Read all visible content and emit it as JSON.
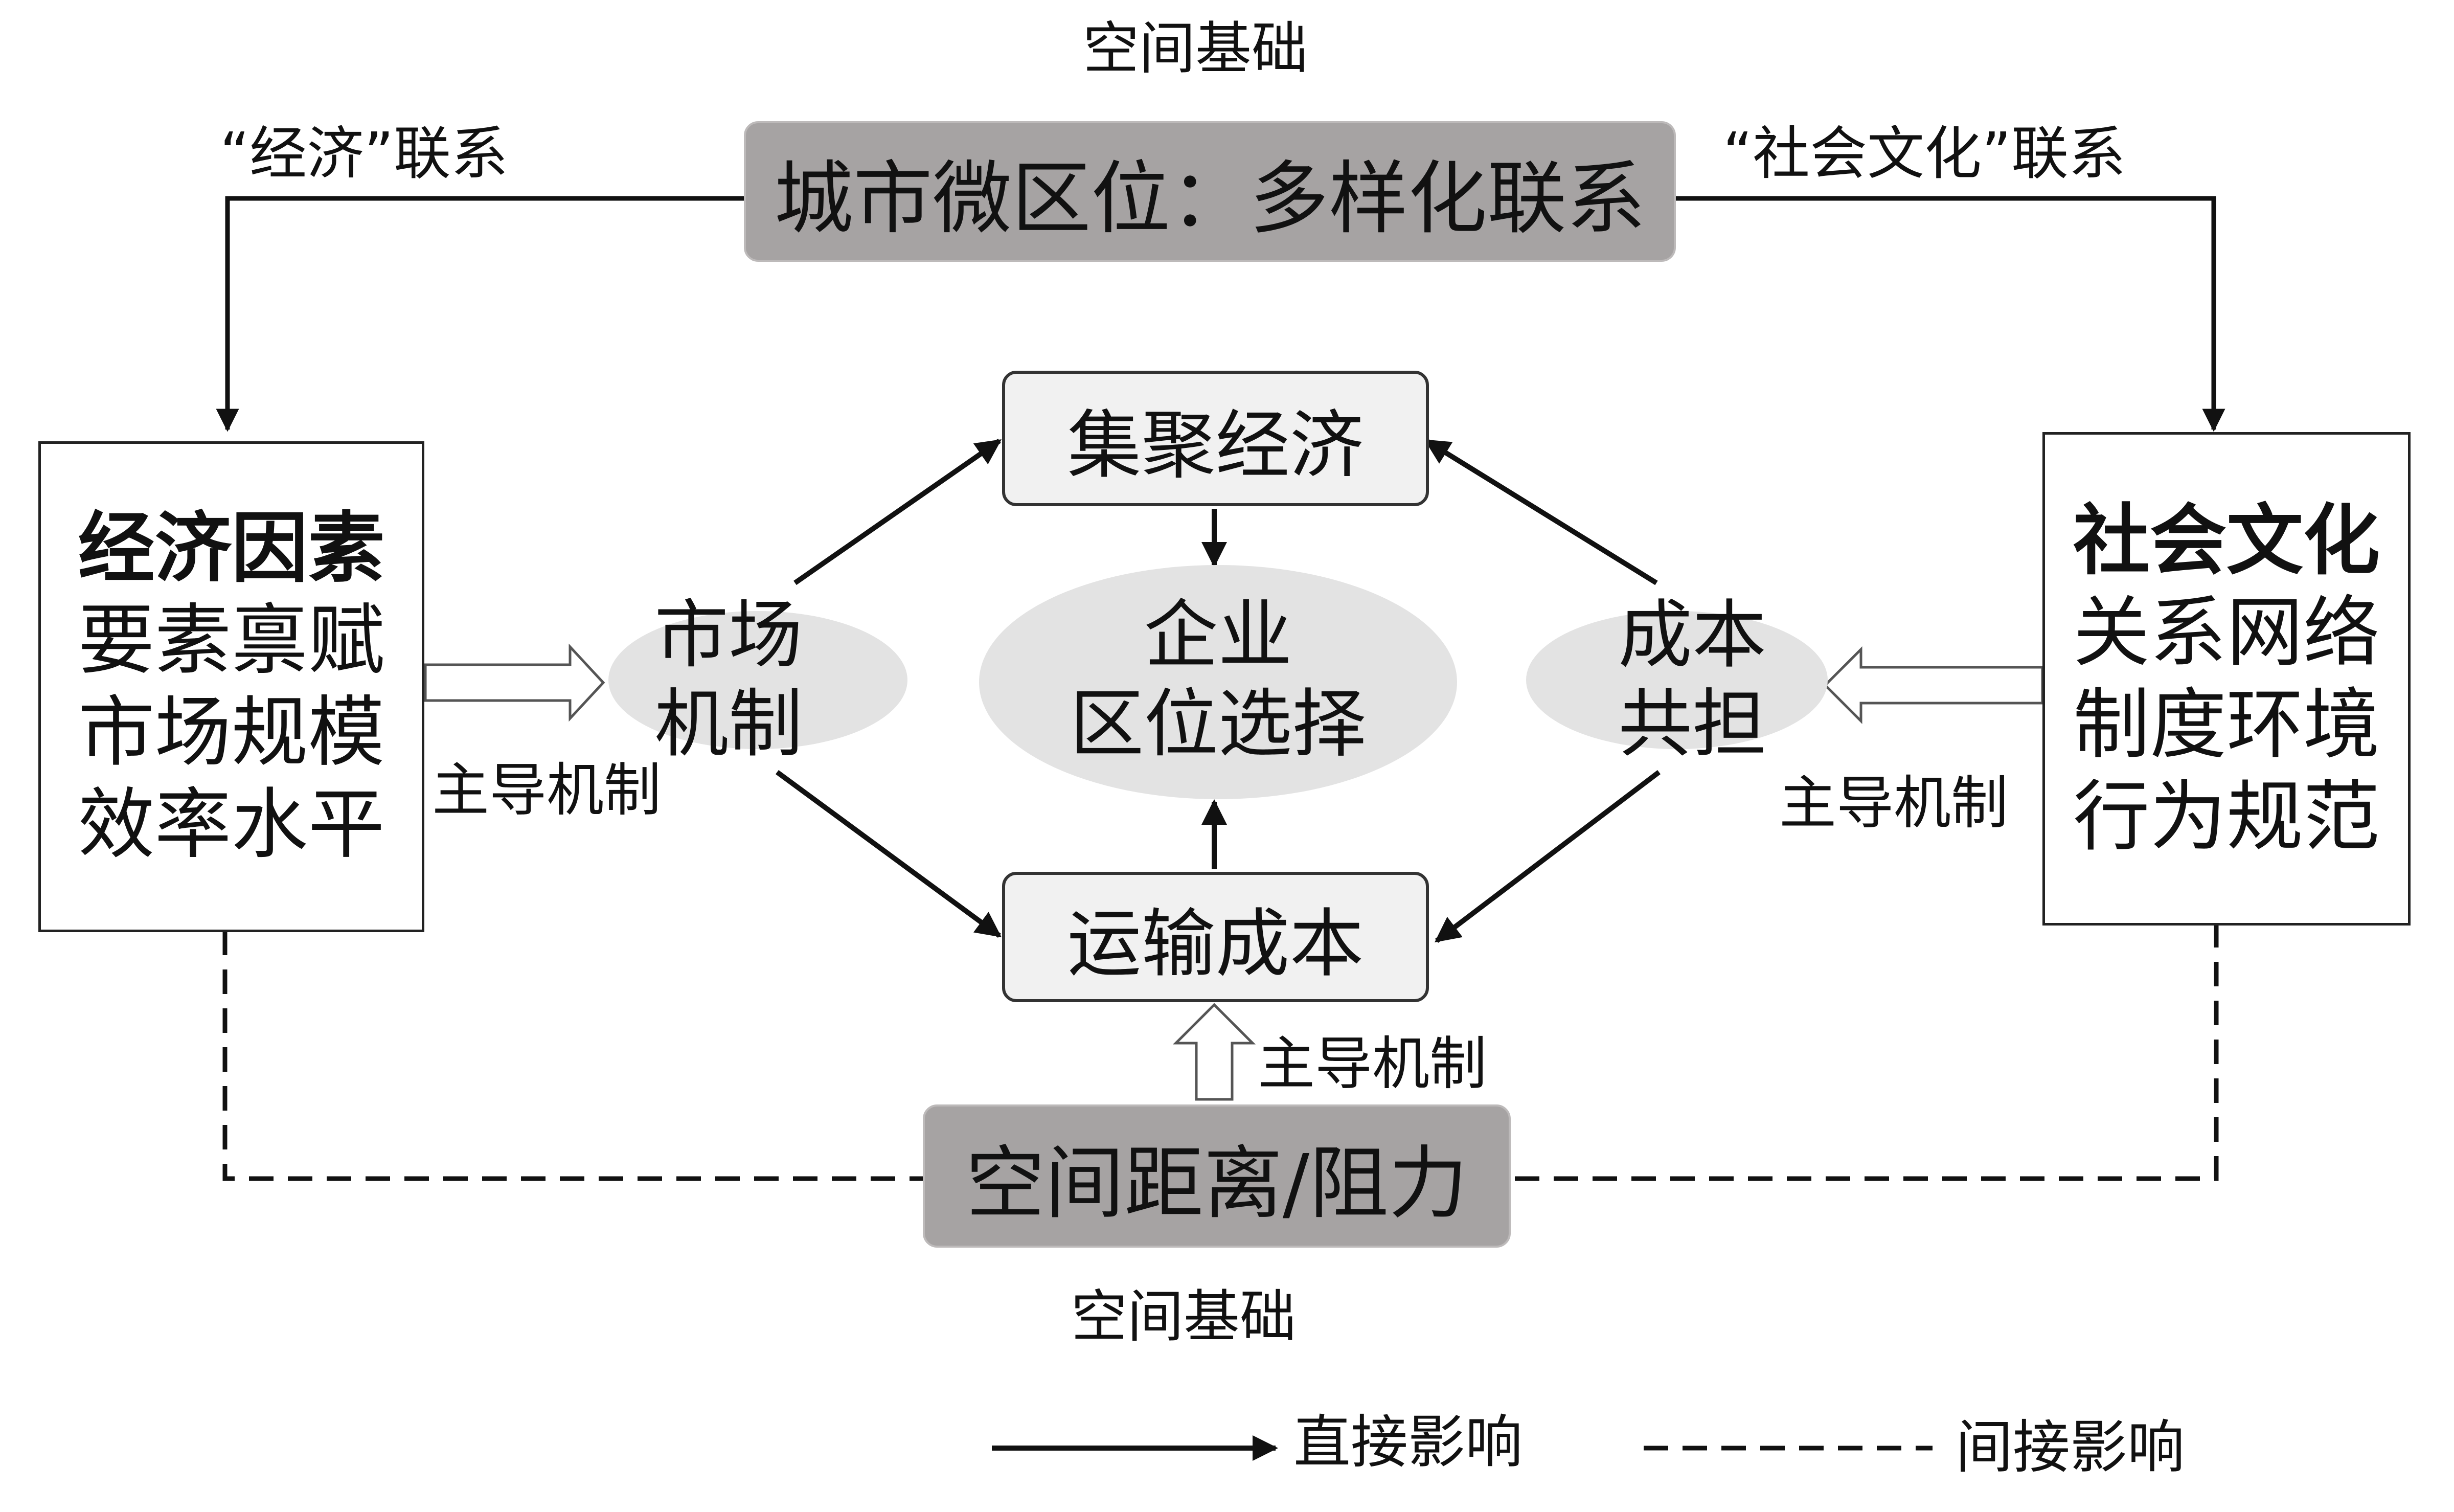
{
  "top_spatial_label": "空间基础",
  "bottom_spatial_label": "空间基础",
  "top_box": "城市微区位：多样化联系",
  "bottom_box": "空间距离/阻力",
  "economic_link": "“经济”联系",
  "social_link": "“社会文化”联系",
  "left_box": {
    "title": "经济因素",
    "lines": [
      "要素禀赋",
      "市场规模",
      "效率水平"
    ]
  },
  "right_box": {
    "title": "社会文化",
    "lines": [
      "关系网络",
      "制度环境",
      "行为规范"
    ]
  },
  "center": {
    "agglomeration": "集聚经济",
    "transport": "运输成本",
    "firm_line1": "企业",
    "firm_line2": "区位选择",
    "market_line1": "市场",
    "market_line2": "机制",
    "cost_line1": "成本",
    "cost_line2": "共担"
  },
  "dominant_mechanism": {
    "left": "主导机制",
    "right": "主导机制",
    "bottom": "主导机制"
  },
  "legend": {
    "direct": "直接影响",
    "indirect": "间接影响"
  }
}
